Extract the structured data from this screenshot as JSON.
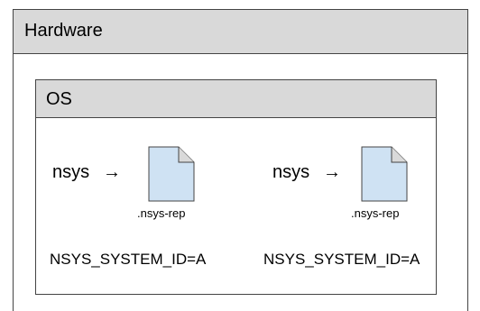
{
  "hardware": {
    "title": "Hardware"
  },
  "os": {
    "title": "OS"
  },
  "processes": [
    {
      "command": "nsys",
      "arrow": "→",
      "file_label": ".nsys-rep",
      "env": "NSYS_SYSTEM_ID=A",
      "file_icon": "file-icon"
    },
    {
      "command": "nsys",
      "arrow": "→",
      "file_label": ".nsys-rep",
      "env": "NSYS_SYSTEM_ID=A",
      "file_icon": "file-icon"
    }
  ],
  "colors": {
    "header_fill": "#d9d9d9",
    "file_fill": "#cfe2f3",
    "border": "#444444"
  }
}
